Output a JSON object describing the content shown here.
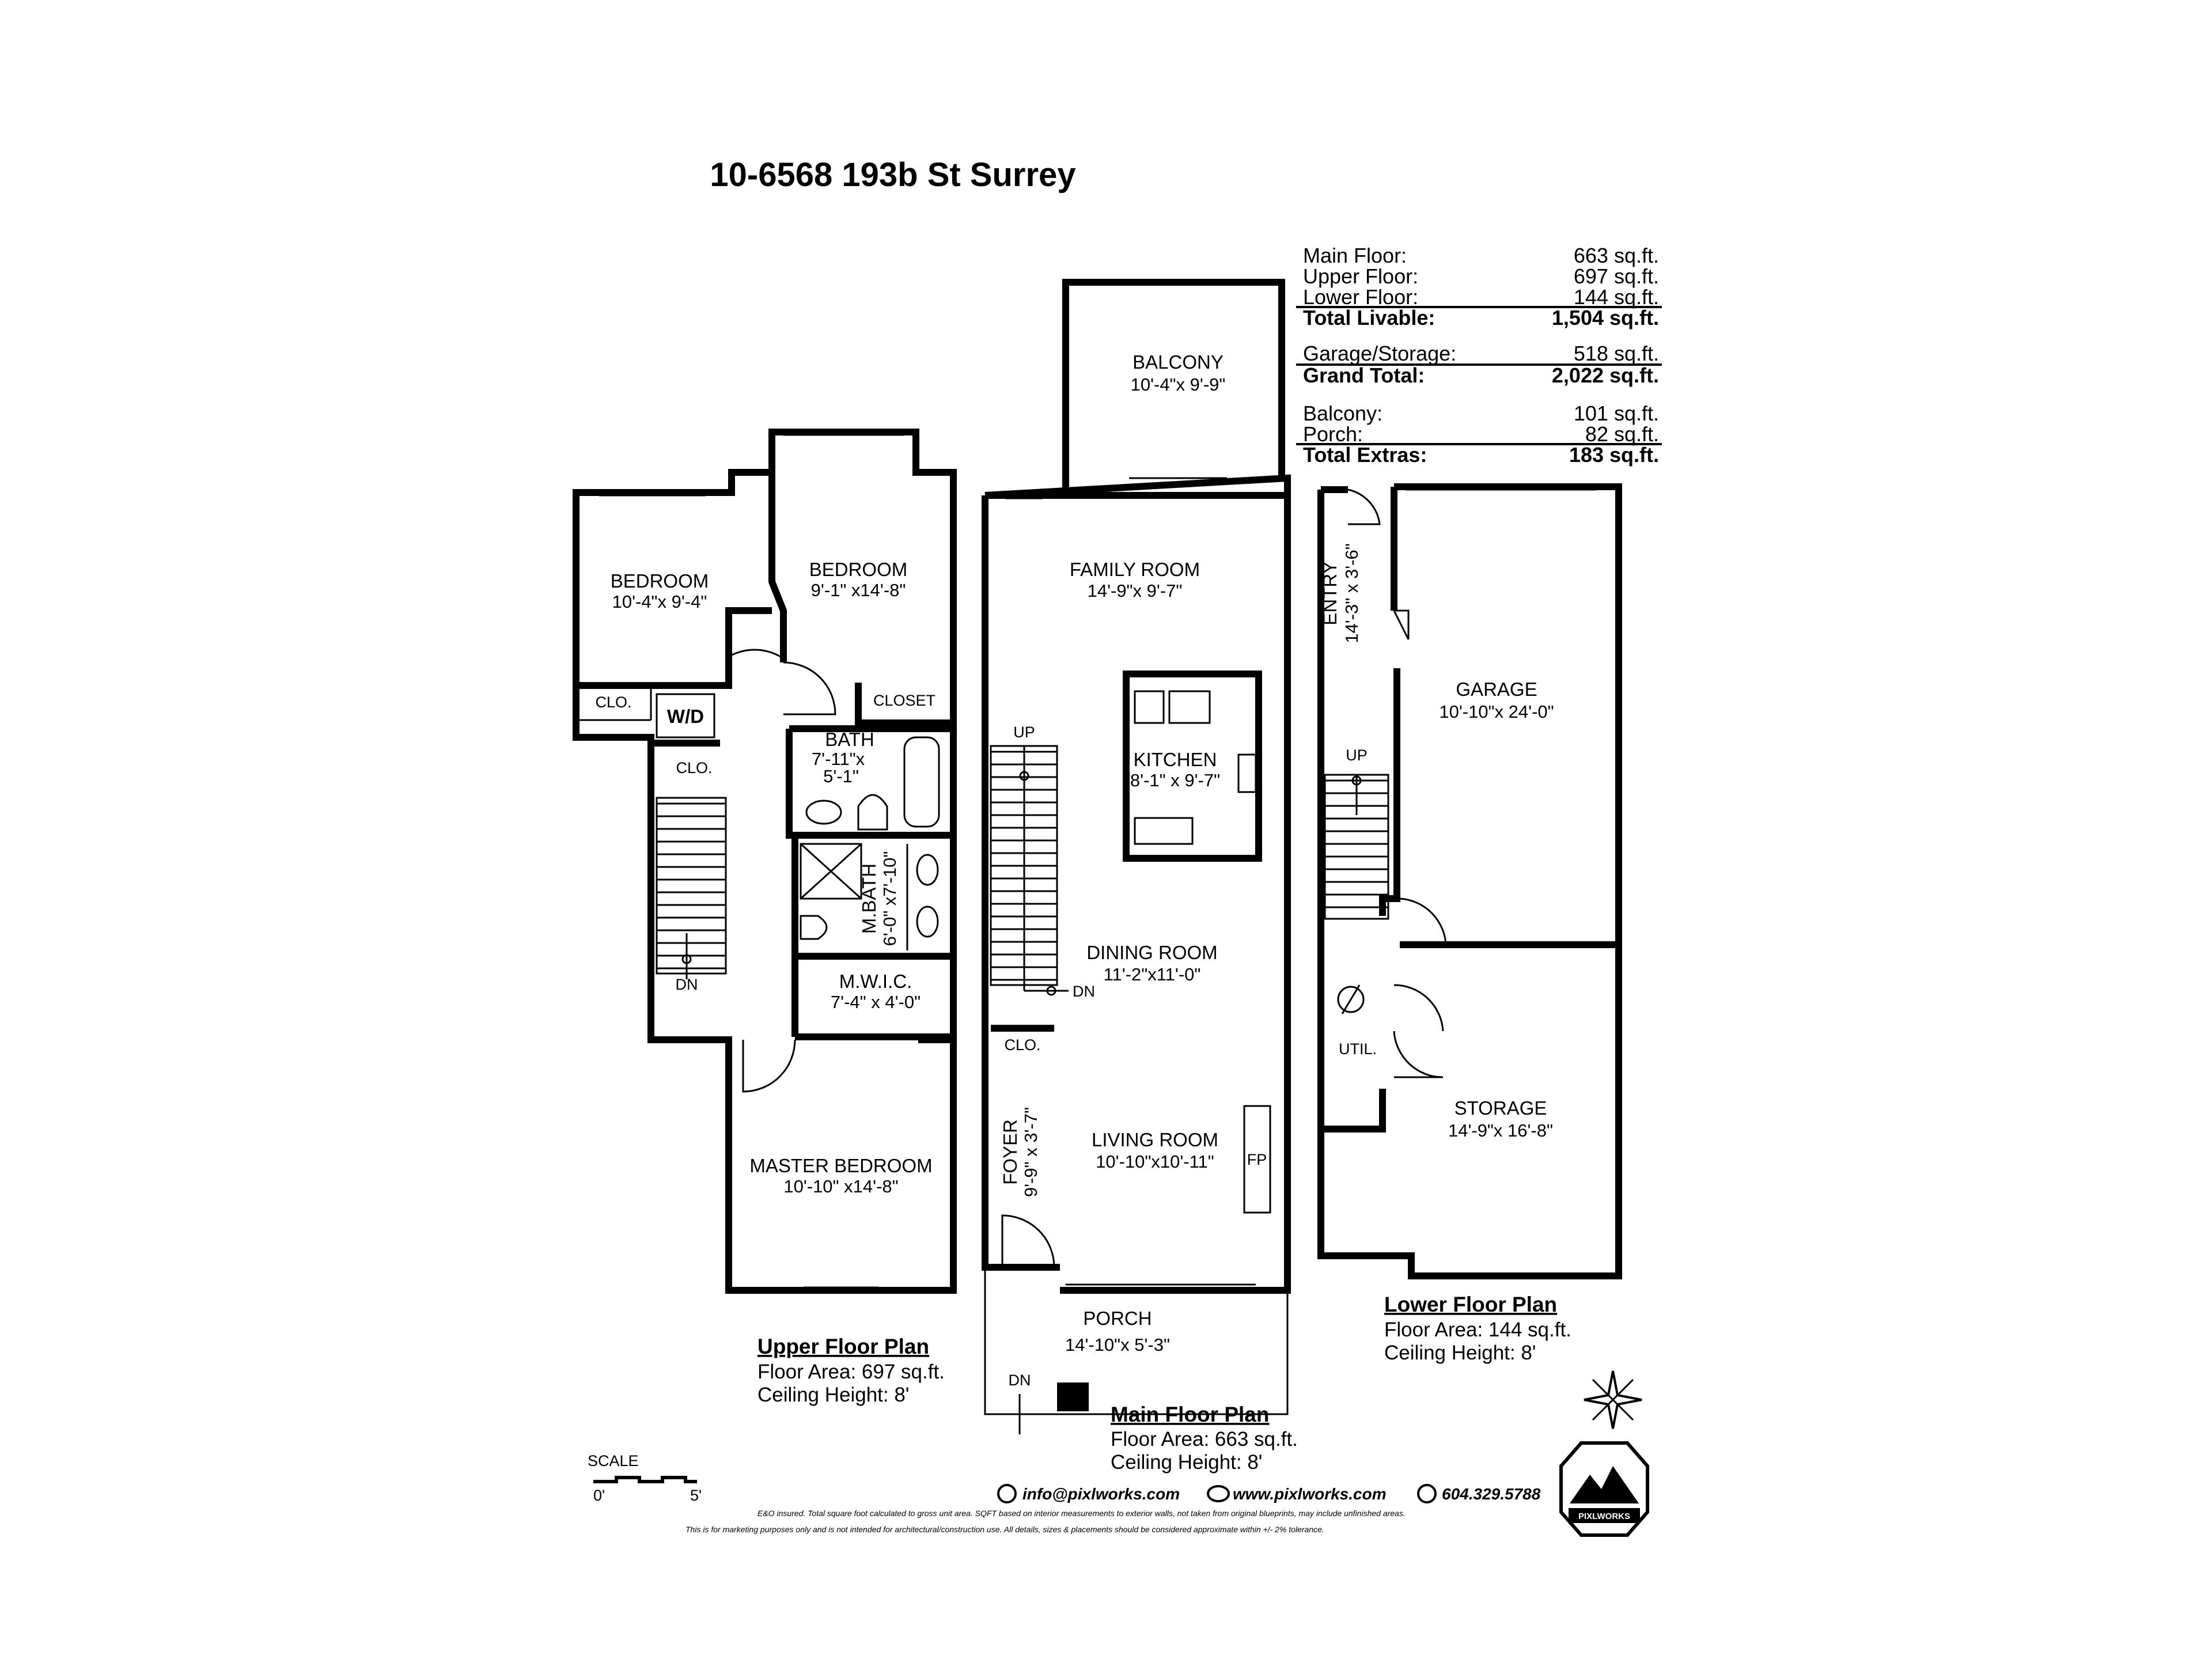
{
  "title": "10-6568 193b St Surrey",
  "area_table": {
    "livable": [
      {
        "label": "Main Floor:",
        "value": "663 sq.ft."
      },
      {
        "label": "Upper Floor:",
        "value": "697 sq.ft."
      },
      {
        "label": "Lower Floor:",
        "value": "144 sq.ft."
      }
    ],
    "total_livable": {
      "label": "Total Livable:",
      "value": "1,504 sq.ft."
    },
    "garage": {
      "label": "Garage/Storage:",
      "value": "518 sq.ft."
    },
    "grand_total": {
      "label": "Grand Total:",
      "value": "2,022 sq.ft."
    },
    "extras": [
      {
        "label": "Balcony:",
        "value": "101 sq.ft."
      },
      {
        "label": "Porch:",
        "value": "82 sq.ft."
      }
    ],
    "total_extras": {
      "label": "Total Extras:",
      "value": "183 sq.ft."
    }
  },
  "upper": {
    "bedroom1": {
      "name": "BEDROOM",
      "dims": "10'-4\"x 9'-4\""
    },
    "bedroom2": {
      "name": "BEDROOM",
      "dims": "9'-1\" x14'-8\""
    },
    "clo1": "CLO.",
    "wd": "W/D",
    "closet": "CLOSET",
    "clo2": "CLO.",
    "bath": {
      "name": "BATH",
      "dims1": "7'-11\"x",
      "dims2": "5'-1\""
    },
    "mbath": {
      "name": "M.BATH",
      "dims": "6'-0\" x7'-10\""
    },
    "mwic": {
      "name": "M.W.I.C.",
      "dims": "7'-4\" x 4'-0\""
    },
    "master": {
      "name": "MASTER BEDROOM",
      "dims": "10'-10\" x14'-8\""
    },
    "dn": "DN",
    "plan_label": "Upper Floor Plan",
    "floor_area": "Floor Area: 697 sq.ft.",
    "ceiling": "Ceiling Height: 8'"
  },
  "main": {
    "balcony": {
      "name": "BALCONY",
      "dims": "10'-4\"x 9'-9\""
    },
    "family": {
      "name": "FAMILY ROOM",
      "dims": "14'-9\"x 9'-7\""
    },
    "kitchen": {
      "name": "KITCHEN",
      "dims": "8'-1\" x 9'-7\""
    },
    "dining": {
      "name": "DINING ROOM",
      "dims": "11'-2\"x11'-0\""
    },
    "living": {
      "name": "LIVING ROOM",
      "dims": "10'-10\"x10'-11\""
    },
    "foyer": {
      "name": "FOYER",
      "dims": "9'-9\" x 3'-7\""
    },
    "fp": "FP",
    "clo": "CLO.",
    "up": "UP",
    "dn": "DN",
    "porch": {
      "name": "PORCH",
      "dims": "14'-10\"x 5'-3\"",
      "dn": "DN"
    },
    "plan_label": "Main Floor Plan",
    "floor_area": "Floor Area: 663 sq.ft.",
    "ceiling": "Ceiling Height: 8'"
  },
  "lower": {
    "entry": {
      "name": "ENTRY",
      "dims": "14'-3\" x 3'-6\""
    },
    "garage": {
      "name": "GARAGE",
      "dims": "10'-10\"x 24'-0\""
    },
    "up": "UP",
    "util": "UTIL.",
    "storage": {
      "name": "STORAGE",
      "dims": "14'-9\"x 16'-8\""
    },
    "plan_label": "Lower Floor Plan",
    "floor_area": "Floor Area: 144 sq.ft.",
    "ceiling": "Ceiling Height: 8'"
  },
  "scale": {
    "label": "SCALE",
    "start": "0'",
    "end": "5'"
  },
  "footer": {
    "email": "info@pixlworks.com",
    "web": "www.pixlworks.com",
    "phone": "604.329.5788",
    "disclaimer1": "E&O insured. Total square foot calculated to gross unit area. SQFT based on interior measurements to exterior walls, not taken from original blueprints, may include unfinished areas.",
    "disclaimer2": "This is for marketing purposes only and is not intended for architectural/construction use. All details, sizes & placements should be considered approximate within +/- 2% tolerance.",
    "logo_text": "PIXLWORKS"
  }
}
